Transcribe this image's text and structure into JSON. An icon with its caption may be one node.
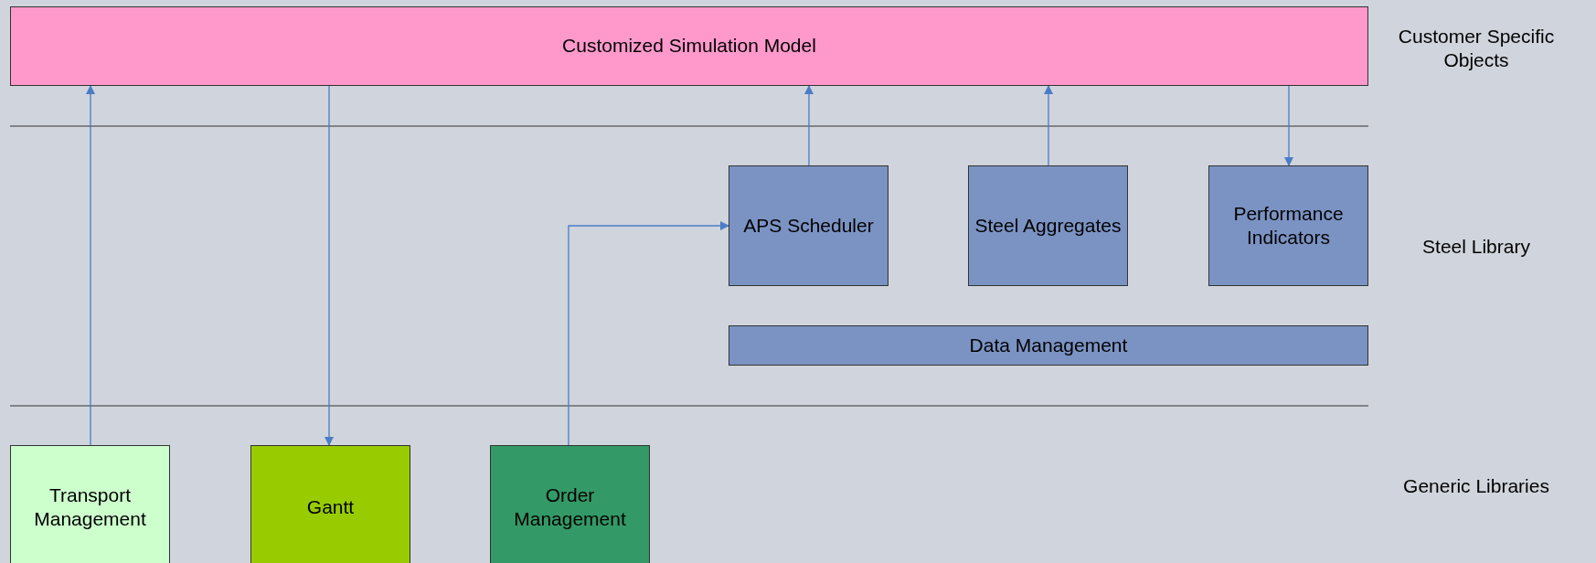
{
  "diagram": {
    "nodes": [
      {
        "text": [
          "Customized Simulation Model"
        ]
      },
      {
        "text": [
          "APS Scheduler"
        ]
      },
      {
        "text": [
          "Steel Aggregates"
        ]
      },
      {
        "text": [
          "Performance Indicators"
        ]
      },
      {
        "text": [
          "Data Management"
        ]
      },
      {
        "text": [
          "Transport Management"
        ]
      },
      {
        "text": [
          "Gantt"
        ]
      },
      {
        "text": [
          "Order Management"
        ]
      }
    ],
    "edges": [
      {
        "from": 5,
        "to": 0,
        "arrow": "to"
      },
      {
        "from": 0,
        "to": 6,
        "arrow": "to"
      },
      {
        "from": 7,
        "to": 1,
        "arrow": "to"
      },
      {
        "from": 1,
        "to": 0,
        "arrow": "to"
      },
      {
        "from": 2,
        "to": 0,
        "arrow": "to"
      },
      {
        "from": 0,
        "to": 3,
        "arrow": "to"
      }
    ],
    "labels": [
      "Customer Specific Objects",
      "Steel Library",
      "Generic Libraries"
    ]
  }
}
